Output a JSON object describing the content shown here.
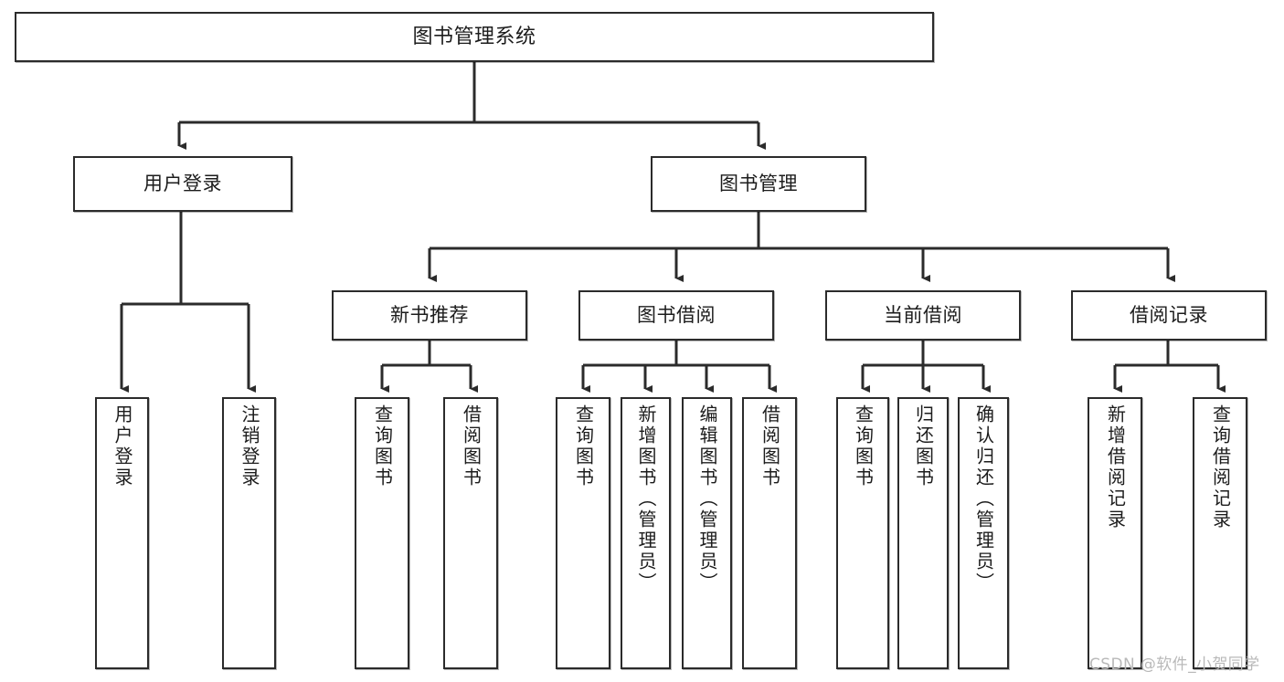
{
  "diagram": {
    "title": "图书管理系统",
    "type": "hierarchy-tree",
    "orientation": "top-down",
    "levels": 4,
    "colors": {
      "box_border": "#2b2b2b",
      "box_fill": "#ffffff",
      "connector": "#2b2b2b",
      "text": "#1c1c1c",
      "watermark": "#b9b9b9"
    },
    "root": {
      "label": "图书管理系统"
    },
    "level1": [
      {
        "label": "用户登录"
      },
      {
        "label": "图书管理"
      }
    ],
    "level2": [
      {
        "label": "新书推荐"
      },
      {
        "label": "图书借阅"
      },
      {
        "label": "当前借阅"
      },
      {
        "label": "借阅记录"
      }
    ],
    "leaves": {
      "user_login": [
        {
          "label": "用户登录"
        },
        {
          "label": "注销登录"
        }
      ],
      "new_book_recommend": [
        {
          "label": "查询图书"
        },
        {
          "label": "借阅图书"
        }
      ],
      "book_borrow": [
        {
          "label": "查询图书"
        },
        {
          "label": "新增图书（管理员）"
        },
        {
          "label": "编辑图书（管理员）"
        },
        {
          "label": "借阅图书"
        }
      ],
      "current_borrow": [
        {
          "label": "查询图书"
        },
        {
          "label": "归还图书"
        },
        {
          "label": "确认归还（管理员）"
        }
      ],
      "borrow_record": [
        {
          "label": "新增借阅记录"
        },
        {
          "label": "查询借阅记录"
        }
      ]
    }
  },
  "watermark": {
    "text": "CSDN @软件_小贺同学"
  }
}
